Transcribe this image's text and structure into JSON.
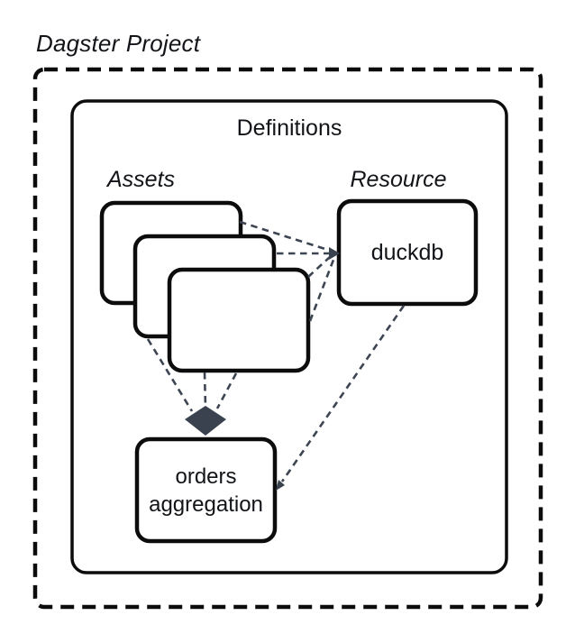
{
  "diagram": {
    "title": "Dagster Project",
    "definitions_label": "Definitions",
    "assets_label": "Assets",
    "resource_label": "Resource",
    "nodes": {
      "resource": "duckdb",
      "asset_line1": "orders",
      "asset_line2": "aggregation"
    }
  },
  "icons": {
    "merged_arrowhead": "down-arrowhead-icon",
    "resource_arrowhead": "right-arrowhead-icon",
    "aggregation_arrowhead": "down-left-arrowhead-icon"
  },
  "colors": {
    "background": "#ffffff",
    "node_border": "#0c0c0c",
    "node_fill": "#ffffff",
    "asset_node_fill": "#a59ef1",
    "connector": "#3d4552",
    "arrowhead": "#3a414f",
    "text": "#121418"
  }
}
